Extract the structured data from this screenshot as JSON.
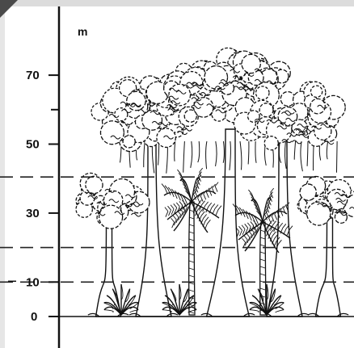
{
  "diagram": {
    "unit": "m",
    "height_ticks": [
      {
        "label": "70",
        "value": 70
      },
      {
        "label": "50",
        "value": 50
      },
      {
        "label": "30",
        "value": 30
      },
      {
        "label": "10",
        "value": 10
      },
      {
        "label": "0",
        "value": 0
      }
    ],
    "layer_boundaries_m": [
      40,
      20,
      10
    ],
    "palette": {
      "ink": "#111111",
      "background": "#ffffff",
      "dash": "#222222"
    },
    "illustration": {
      "subject": "rainforest-layers",
      "emergent_trees": 4,
      "understory_trees": 2,
      "palms": 2,
      "shrubs": 3
    }
  }
}
